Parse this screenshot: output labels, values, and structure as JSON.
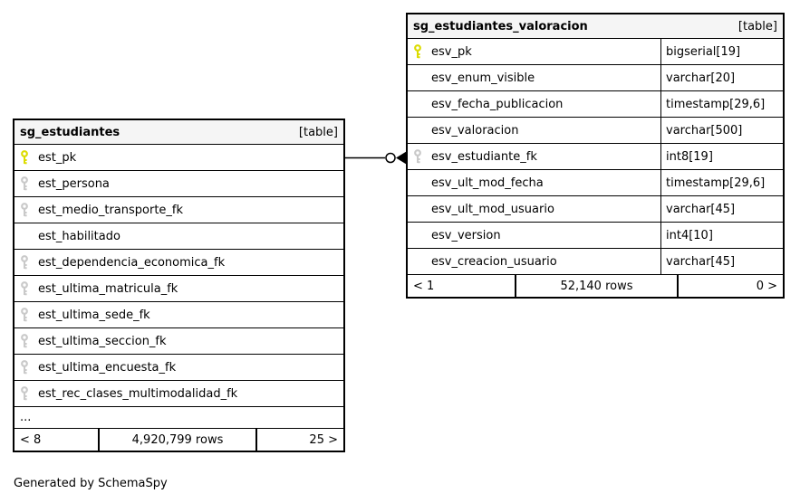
{
  "diagram": {
    "generated_by": "Generated by SchemaSpy",
    "relationship": {
      "from_table": "sg_estudiantes",
      "from_column": "est_pk",
      "to_table": "sg_estudiantes_valoracion",
      "to_column": "esv_estudiante_fk",
      "cardinality_icon": "zero-or-many-crowfoot-icon"
    },
    "colors": {
      "header_bg": "#f5f5f5",
      "border": "#000000",
      "pk_key": "#dcdc00",
      "fk_key": "#c9c9c9"
    }
  },
  "tables": {
    "left": {
      "name": "sg_estudiantes",
      "tag": "[table]",
      "rows": [
        {
          "name": "est_pk",
          "key": "pk"
        },
        {
          "name": "est_persona",
          "key": "fk"
        },
        {
          "name": "est_medio_transporte_fk",
          "key": "fk"
        },
        {
          "name": "est_habilitado",
          "key": ""
        },
        {
          "name": "est_dependencia_economica_fk",
          "key": "fk"
        },
        {
          "name": "est_ultima_matricula_fk",
          "key": "fk"
        },
        {
          "name": "est_ultima_sede_fk",
          "key": "fk"
        },
        {
          "name": "est_ultima_seccion_fk",
          "key": "fk"
        },
        {
          "name": "est_ultima_encuesta_fk",
          "key": "fk"
        },
        {
          "name": "est_rec_clases_multimodalidad_fk",
          "key": "fk"
        }
      ],
      "ellipsis": "...",
      "footer": {
        "left": "< 8",
        "center": "4,920,799 rows",
        "right": "25 >"
      }
    },
    "right": {
      "name": "sg_estudiantes_valoracion",
      "tag": "[table]",
      "rows": [
        {
          "name": "esv_pk",
          "type": "bigserial[19]",
          "key": "pk"
        },
        {
          "name": "esv_enum_visible",
          "type": "varchar[20]",
          "key": ""
        },
        {
          "name": "esv_fecha_publicacion",
          "type": "timestamp[29,6]",
          "key": ""
        },
        {
          "name": "esv_valoracion",
          "type": "varchar[500]",
          "key": ""
        },
        {
          "name": "esv_estudiante_fk",
          "type": "int8[19]",
          "key": "fk"
        },
        {
          "name": "esv_ult_mod_fecha",
          "type": "timestamp[29,6]",
          "key": ""
        },
        {
          "name": "esv_ult_mod_usuario",
          "type": "varchar[45]",
          "key": ""
        },
        {
          "name": "esv_version",
          "type": "int4[10]",
          "key": ""
        },
        {
          "name": "esv_creacion_usuario",
          "type": "varchar[45]",
          "key": ""
        }
      ],
      "footer": {
        "left": "< 1",
        "center": "52,140 rows",
        "right": "0 >"
      }
    }
  }
}
